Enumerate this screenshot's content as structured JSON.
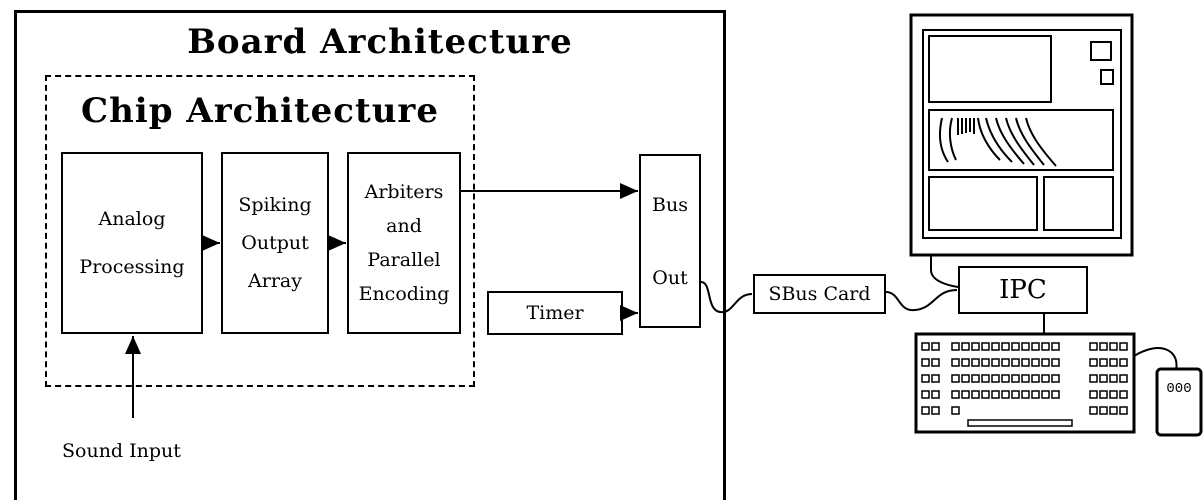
{
  "board": {
    "title": "Board Architecture"
  },
  "chip": {
    "title": "Chip Architecture"
  },
  "blocks": {
    "analog": [
      "Analog",
      "Processing"
    ],
    "spiking": [
      "Spiking",
      "Output",
      "Array"
    ],
    "arbiters": [
      "Arbiters",
      "and",
      "Parallel",
      "Encoding"
    ],
    "timer": "Timer",
    "bus": [
      "Bus",
      "Out"
    ]
  },
  "sound_input": "Sound Input",
  "sbus_card": "SBus Card",
  "ipc": "IPC",
  "mouse_keys": "000"
}
